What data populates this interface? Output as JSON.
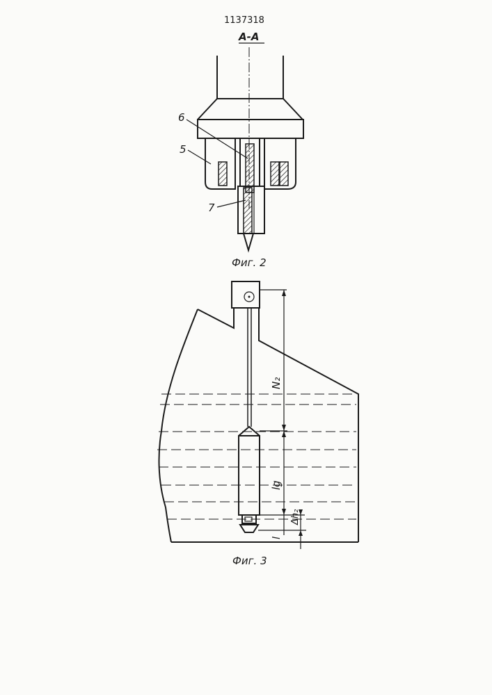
{
  "document": {
    "patent_number": "1137318"
  },
  "figure2": {
    "section_label": "А-А",
    "caption": "Фиг. 2",
    "labels": {
      "part5": "5",
      "part6": "6",
      "part7": "7"
    }
  },
  "figure3": {
    "caption": "Фиг. 3",
    "dims": {
      "N2": "N₂",
      "lg": "lg",
      "dh2": "Δh₂",
      "l": "l"
    }
  },
  "colors": {
    "ink": "#1a1a1a",
    "paper": "#fbfbf9"
  }
}
